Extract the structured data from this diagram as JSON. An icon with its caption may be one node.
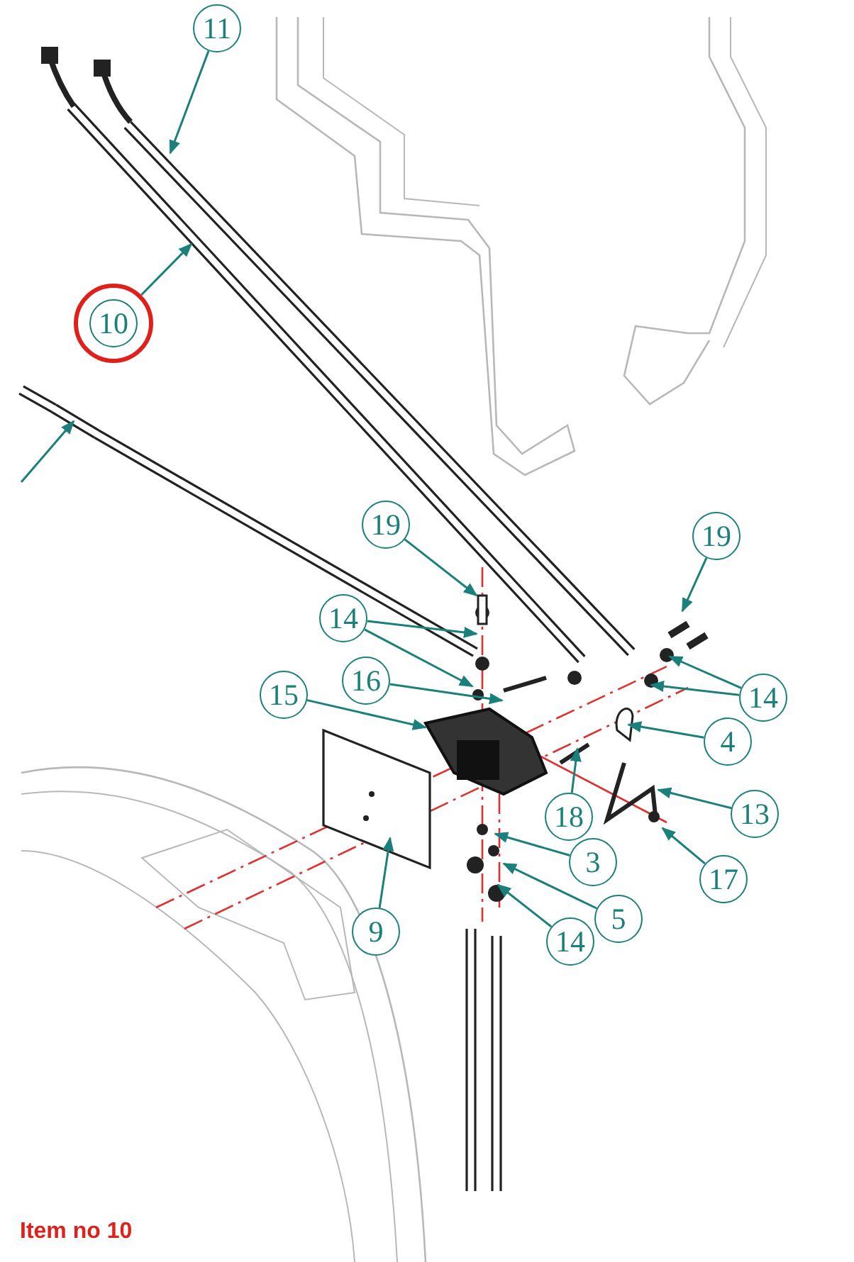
{
  "diagram": {
    "caption": "Item no 10",
    "nodes": [
      {
        "text": [
          "11"
        ]
      },
      {
        "text": [
          "10"
        ]
      },
      {
        "text": [
          "19"
        ]
      },
      {
        "text": [
          "14"
        ]
      },
      {
        "text": [
          "19"
        ]
      },
      {
        "text": [
          "16"
        ]
      },
      {
        "text": [
          "15"
        ]
      },
      {
        "text": [
          "14"
        ]
      },
      {
        "text": [
          "4"
        ]
      },
      {
        "text": [
          "13"
        ]
      },
      {
        "text": [
          "18"
        ]
      },
      {
        "text": [
          "3"
        ]
      },
      {
        "text": [
          "17"
        ]
      },
      {
        "text": [
          "5"
        ]
      },
      {
        "text": [
          "9"
        ]
      },
      {
        "text": [
          "14"
        ]
      },
      {
        "text": [],
        "shape": "picture"
      }
    ],
    "edges": [
      {
        "from": 0,
        "to": null,
        "arrow": "to"
      },
      {
        "from": 1,
        "to": null,
        "arrow": "to"
      },
      {
        "from": null,
        "to": 16,
        "arrow": "to"
      },
      {
        "from": 2,
        "to": null,
        "arrow": "to"
      },
      {
        "from": 3,
        "to": null,
        "arrow": "to"
      },
      {
        "from": 3,
        "to": null,
        "arrow": "to"
      },
      {
        "from": 4,
        "to": null,
        "arrow": "to"
      },
      {
        "from": 5,
        "to": null,
        "arrow": "to"
      },
      {
        "from": 6,
        "to": null,
        "arrow": "to"
      },
      {
        "from": 7,
        "to": null,
        "arrow": "to"
      },
      {
        "from": 7,
        "to": null,
        "arrow": "to"
      },
      {
        "from": 8,
        "to": null,
        "arrow": "to"
      },
      {
        "from": 9,
        "to": null,
        "arrow": "to"
      },
      {
        "from": 10,
        "to": null,
        "arrow": "to"
      },
      {
        "from": 11,
        "to": null,
        "arrow": "to"
      },
      {
        "from": 12,
        "to": null,
        "arrow": "to"
      },
      {
        "from": 13,
        "to": null,
        "arrow": "to"
      },
      {
        "from": 14,
        "to": null,
        "arrow": "to"
      },
      {
        "from": 15,
        "to": null,
        "arrow": "to"
      }
    ]
  }
}
